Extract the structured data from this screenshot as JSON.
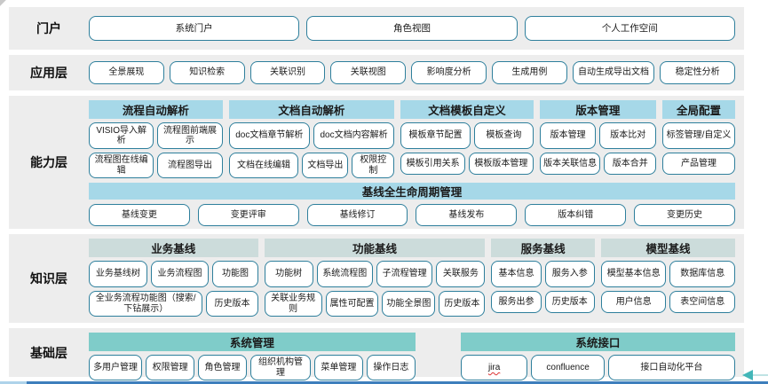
{
  "colors": {
    "row_background": "#ededed",
    "header_blue": "#a6d8e8",
    "header_grayteal": "#ccdcdb",
    "header_teal": "#7fccc9",
    "button_border": "#2e7f9c",
    "bottom_line_blue": "#3d7ebc",
    "bottom_line_light": "#aed3ea",
    "arrow_teal": "#43b6b8",
    "spellcheck_red": "#d33333"
  },
  "portal": {
    "label": "门户",
    "buttons": [
      "系统门户",
      "角色视图",
      "个人工作空间"
    ]
  },
  "app": {
    "label": "应用层",
    "buttons": [
      "全景展现",
      "知识检索",
      "关联识别",
      "关联视图",
      "影响度分析",
      "生成用例",
      "自动生成导出文档",
      "稳定性分析"
    ]
  },
  "capability": {
    "label": "能力层",
    "groups": [
      {
        "title": "流程自动解析",
        "r1": [
          "VISIO导入解析",
          "流程图前端展示"
        ],
        "r2": [
          "流程图在线编辑",
          "流程图导出"
        ]
      },
      {
        "title": "文档自动解析",
        "r1": [
          "doc文档章节解析",
          "doc文档内容解析"
        ],
        "r2": [
          "文档在线编辑",
          "文档导出",
          "权限控制"
        ]
      },
      {
        "title": "文档模板自定义",
        "r1": [
          "模板章节配置",
          "模板查询"
        ],
        "r2": [
          "模板引用关系",
          "模板版本管理"
        ]
      },
      {
        "title": "版本管理",
        "r1": [
          "版本管理",
          "版本比对"
        ],
        "r2": [
          "版本关联信息",
          "版本合并"
        ]
      },
      {
        "title": "全局配置",
        "r1": [
          "标签管理/自定义"
        ],
        "r2": [
          "产品管理"
        ]
      }
    ],
    "baseline": {
      "title": "基线全生命周期管理",
      "buttons": [
        "基线变更",
        "变更评审",
        "基线修订",
        "基线发布",
        "版本纠错",
        "变更历史"
      ]
    }
  },
  "knowledge": {
    "label": "知识层",
    "groups": [
      {
        "title": "业务基线",
        "r1": [
          "业务基线树",
          "业务流程图",
          "功能图"
        ],
        "r2": [
          "全业务流程功能图（搜索/下钻展示）",
          "历史版本"
        ]
      },
      {
        "title": "功能基线",
        "r1": [
          "功能树",
          "系统流程图",
          "子流程管理",
          "关联服务"
        ],
        "r2": [
          "关联业务规则",
          "属性可配置",
          "功能全景图",
          "历史版本"
        ]
      },
      {
        "title": "服务基线",
        "r1": [
          "基本信息",
          "服务入参"
        ],
        "r2": [
          "服务出参",
          "历史版本"
        ]
      },
      {
        "title": "模型基线",
        "r1": [
          "模型基本信息",
          "数据库信息"
        ],
        "r2": [
          "用户信息",
          "表空间信息"
        ]
      }
    ]
  },
  "foundation": {
    "label": "基础层",
    "groups": [
      {
        "title": "系统管理",
        "buttons": [
          "多用户管理",
          "权限管理",
          "角色管理",
          "组织机构管理",
          "菜单管理",
          "操作日志"
        ]
      },
      {
        "title": "系统接口",
        "buttons": [
          "jira",
          "confluence",
          "接口自动化平台"
        ]
      }
    ]
  }
}
